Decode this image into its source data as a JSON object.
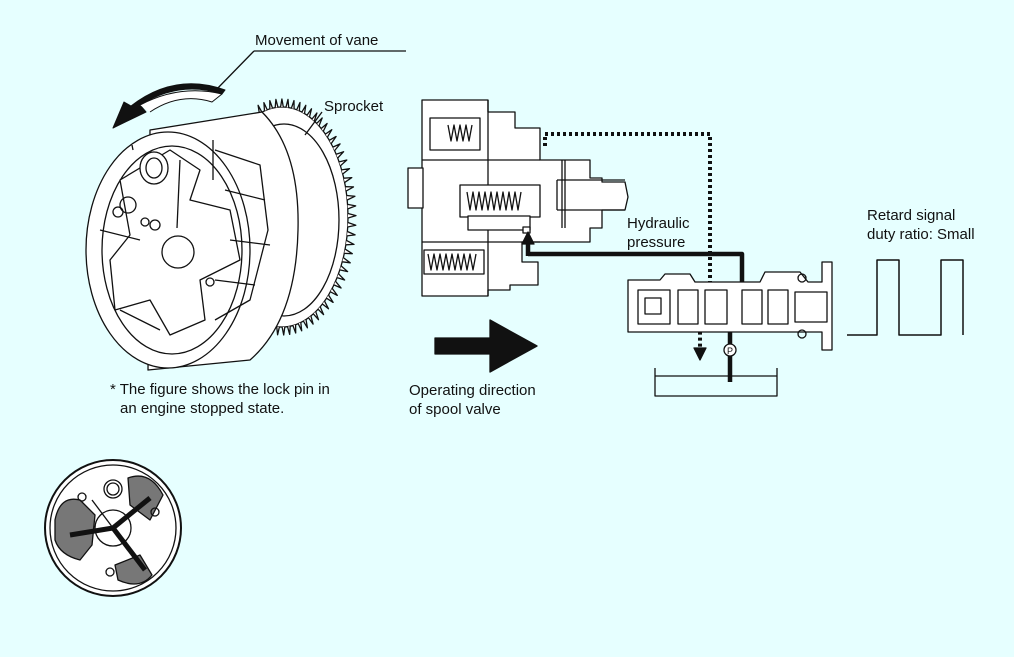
{
  "figure": {
    "background_color": "#e6ffff",
    "line_color": "#111111",
    "part_fill": "#ffffff",
    "shade_color": "#777777"
  },
  "labels": {
    "movement_of_vane": "Movement of vane",
    "sprocket": "Sprocket",
    "note_line1": "* The figure shows the lock pin in",
    "note_line2": "an engine stopped state.",
    "operating_line1": "Operating direction",
    "operating_line2": "of spool valve",
    "hydraulic_line1": "Hydraulic",
    "hydraulic_line2": "pressure",
    "retard_line1": "Retard signal",
    "retard_line2": "duty ratio: Small",
    "pressure_port": "P"
  },
  "signal": {
    "description": "Square-wave retard signal with small duty ratio",
    "pulses": 2
  },
  "icons": {
    "vane_arrow": "curved-arrow-icon",
    "direction_arrow": "right-arrow-icon",
    "flow_arrow_up": "up-arrow-icon",
    "drain_arrow_down": "down-arrow-icon"
  }
}
